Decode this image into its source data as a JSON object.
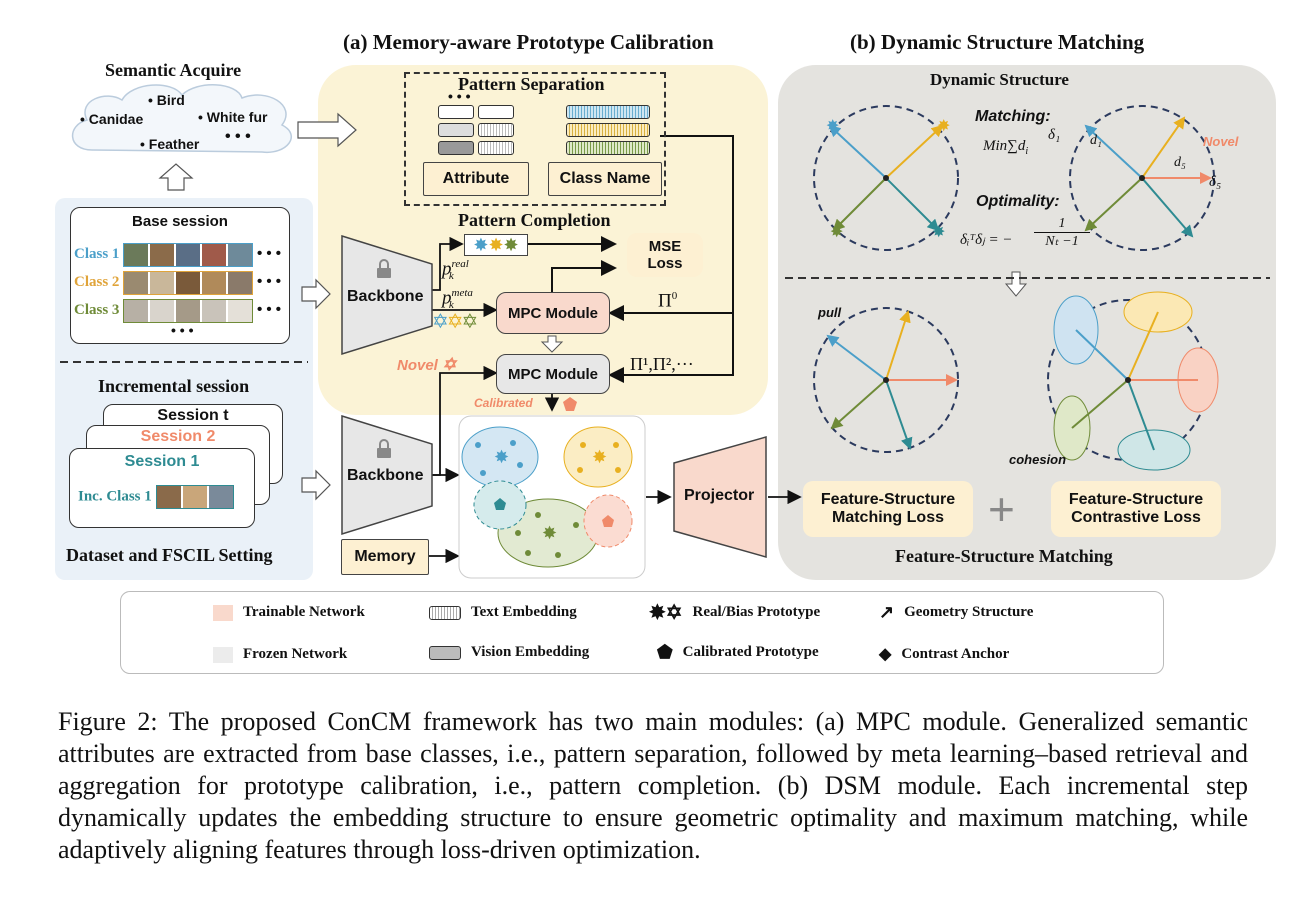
{
  "section_a_title": "(a) Memory-aware Prototype Calibration",
  "section_b_title": "(b) Dynamic Structure Matching",
  "semantic": {
    "title": "Semantic  Acquire",
    "words": [
      "Bird",
      "Canidae",
      "White fur",
      "Feather"
    ],
    "ellipsis": "• • •"
  },
  "base_session": {
    "title": "Base session",
    "classes": [
      "Class 1",
      "Class 2",
      "Class 3"
    ],
    "ellipsis": "• • •",
    "class_colors": [
      "#4b9fc9",
      "#e0a43a",
      "#6f8b38"
    ]
  },
  "incremental": {
    "title": "Incremental session",
    "sessions": [
      "Session t",
      "Session 2",
      "Session 1"
    ],
    "inc_class": "Inc. Class 1"
  },
  "dataset_label": "Dataset and FSCIL Setting",
  "pattern_separation": {
    "title": "Pattern Separation",
    "dots": "• • •",
    "attribute": "Attribute",
    "class_name": "Class Name"
  },
  "pattern_completion": {
    "title": "Pattern Completion",
    "mse": "MSE\nLoss",
    "p_real": "p",
    "p_real_sup": "real",
    "p_meta": "p",
    "p_meta_sup": "meta",
    "k": "k"
  },
  "backbone_label": "Backbone",
  "mpc_label": "MPC Module",
  "pi0": "Π",
  "pi0_sup": "0",
  "pi_seq": "Π¹,Π²,···",
  "novel": "Novel",
  "calibrated": "Calibrated",
  "memory": "Memory",
  "projector": "Projector",
  "dynamic_structure": {
    "title": "Dynamic Structure",
    "matching": "Matching:",
    "min_expr": "Min∑d",
    "optimality": "Optimality:",
    "novel": "Novel",
    "eq": "δᵢᵀδⱼ = −",
    "frac_num": "1",
    "frac_den": "Nₜ −1",
    "labels": [
      "δ₁",
      "d₁",
      "d₅",
      "δ₅"
    ]
  },
  "feature_matching": {
    "pull": "pull",
    "cohesion": "cohesion",
    "loss1": "Feature-Structure\nMatching Loss",
    "loss2": "Feature-Structure\nContrastive Loss",
    "plus": "+",
    "title": "Feature-Structure Matching"
  },
  "legend": {
    "trainable": "Trainable Network",
    "frozen": "Frozen Network",
    "text_emb": "Text Embedding",
    "vision_emb": "Vision Embedding",
    "realbias": "Real/Bias Prototype",
    "calibrated": "Calibrated Prototype",
    "geometry": "Geometry Structure",
    "anchor": "Contrast Anchor"
  },
  "caption": "Figure 2: The proposed ConCM framework has two main modules: (a) MPC module. Generalized semantic attributes are extracted from base classes, i.e., pattern separation, followed by meta learning–based retrieval and aggregation for prototype calibration, i.e., pattern completion. (b) DSM module. Each incremental step dynamically updates the embedding structure to ensure geometric optimality and maximum matching, while adaptively aligning features through loss-driven optimization.",
  "colors": {
    "blue": "#4b9fc9",
    "yellow": "#e8b020",
    "green": "#6f8b38",
    "teal": "#2e8b92",
    "salmon": "#f08a6a"
  }
}
